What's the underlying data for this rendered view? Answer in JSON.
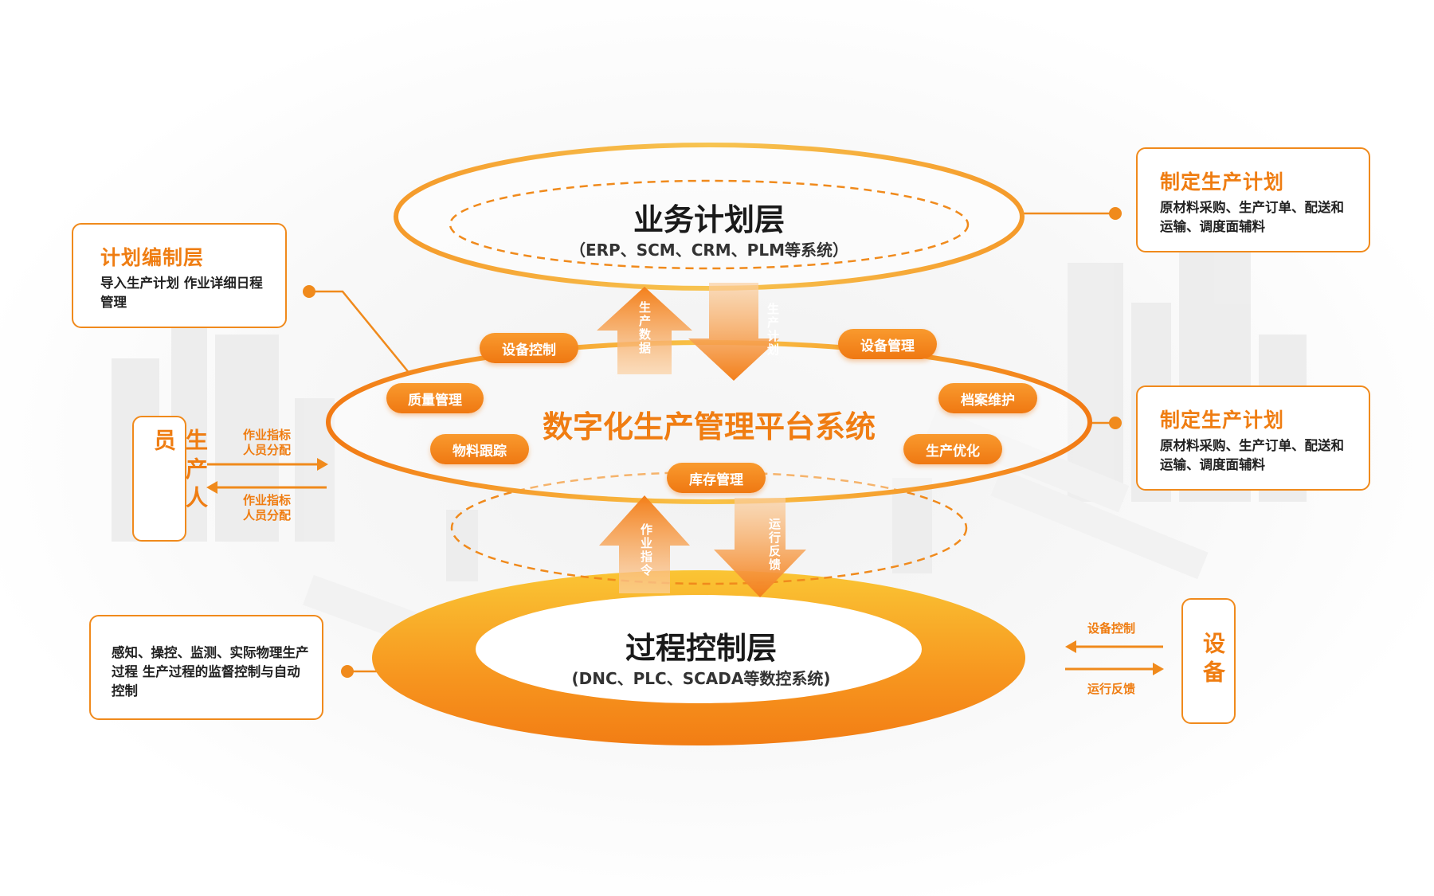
{
  "colors": {
    "accent": "#f08a1c",
    "ring_top": "#f5b73a",
    "ring_bottom": "#f7a11f"
  },
  "top_layer": {
    "title": "业务计划层",
    "subtitle": "（ERP、SCM、CRM、PLM等系统）"
  },
  "middle_layer": {
    "title": "数字化生产管理平台系统"
  },
  "bottom_layer": {
    "title": "过程控制层",
    "subtitle": "(DNC、PLC、SCADA等数控系统)"
  },
  "pills": {
    "device_control": "设备控制",
    "device_management": "设备管理",
    "quality_management": "质量管理",
    "archive_maintenance": "档案维护",
    "material_tracking": "物料跟踪",
    "production_optimization": "生产优化",
    "inventory_management": "库存管理"
  },
  "arrows": {
    "production_data": "生产数据",
    "production_plan": "生产计划",
    "work_order": "作业指令",
    "operation_feedback": "运行反馈"
  },
  "left_boxes": {
    "plan_layer": {
      "title": "计划编制层",
      "text": "导入生产计划 作业详细日程管理"
    },
    "process_desc": {
      "text": "感知、操控、监测、实际物理生产过程 生产过程的监督控制与自动控制"
    },
    "personnel": {
      "label": "生产人员"
    }
  },
  "personnel_arrows": {
    "top_label_1": "作业指标",
    "top_label_2": "人员分配",
    "bottom_label_1": "作业指标",
    "bottom_label_2": "人员分配"
  },
  "right_boxes": {
    "plan_1": {
      "title": "制定生产计划",
      "text": "原材料采购、生产订单、配送和运输、调度面辅料"
    },
    "plan_2": {
      "title": "制定生产计划",
      "text": "原材料采购、生产订单、配送和运输、调度面辅料"
    },
    "equipment": {
      "label": "设备"
    }
  },
  "equipment_arrows": {
    "top_label": "设备控制",
    "bottom_label": "运行反馈"
  }
}
